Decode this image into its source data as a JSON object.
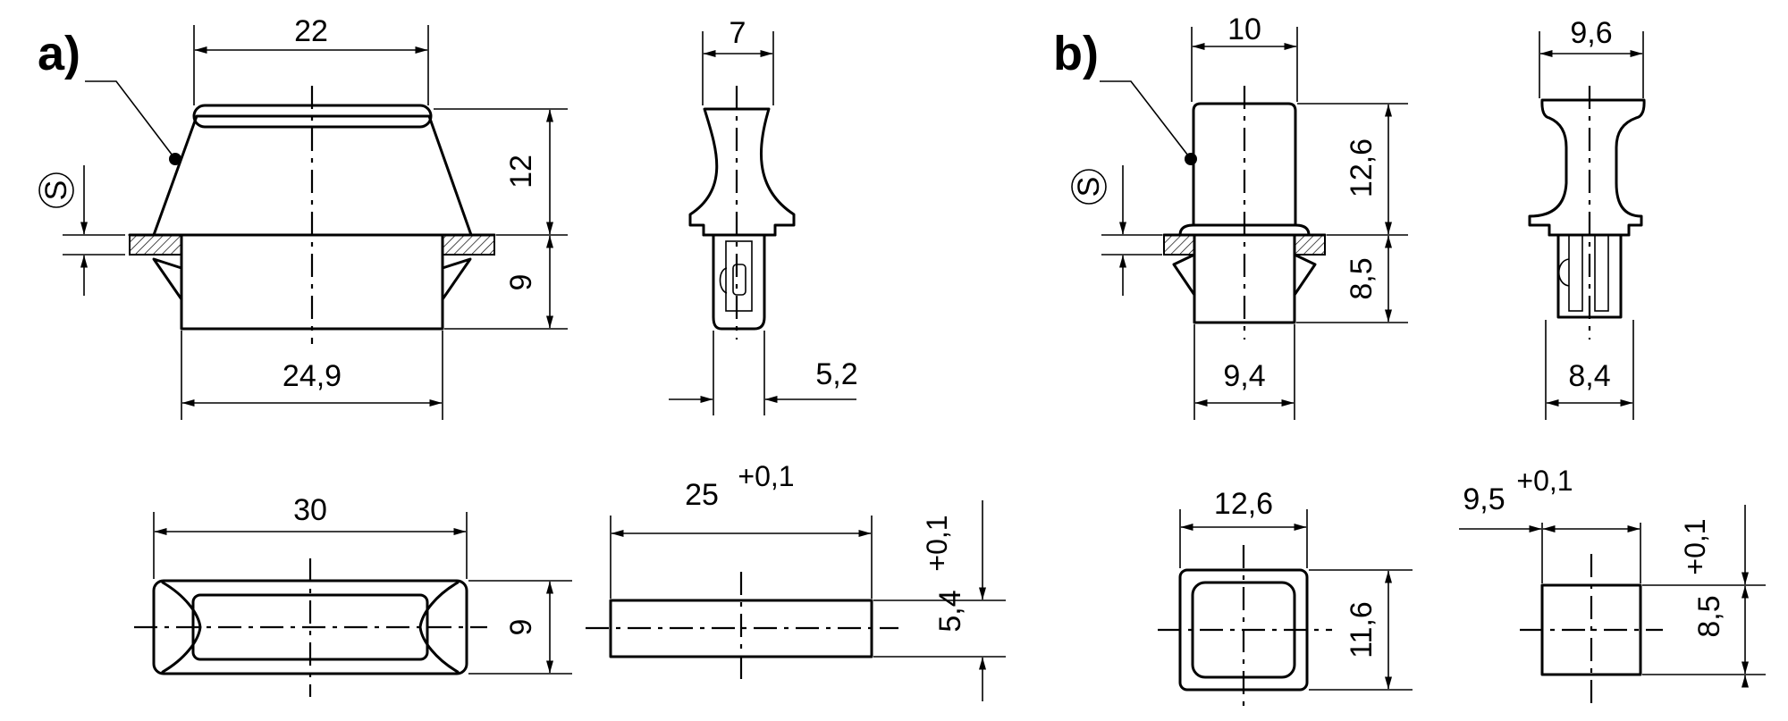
{
  "panel_a": {
    "label": "a)",
    "surface_symbol": "S",
    "dims": {
      "top_width": "22",
      "side_width": "7",
      "height_upper": "12",
      "height_lower": "9",
      "base_width": "24,9",
      "pin_width": "5,2",
      "bottom_width": "30",
      "bottom_height": "9",
      "cutout_width": "25",
      "cutout_width_tol": "+0,1",
      "cutout_height": "5,4",
      "cutout_height_tol": "+0,1"
    }
  },
  "panel_b": {
    "label": "b)",
    "surface_symbol": "S",
    "dims": {
      "top_width": "10",
      "side_width": "9,6",
      "height_upper": "12,6",
      "height_lower": "8,5",
      "base_width": "9,4",
      "side_base_width": "8,4",
      "bottom_width": "12,6",
      "bottom_height": "11,6",
      "cutout_width": "9,5",
      "cutout_width_tol": "+0,1",
      "cutout_height": "8,5",
      "cutout_height_tol": "+0,1"
    }
  }
}
